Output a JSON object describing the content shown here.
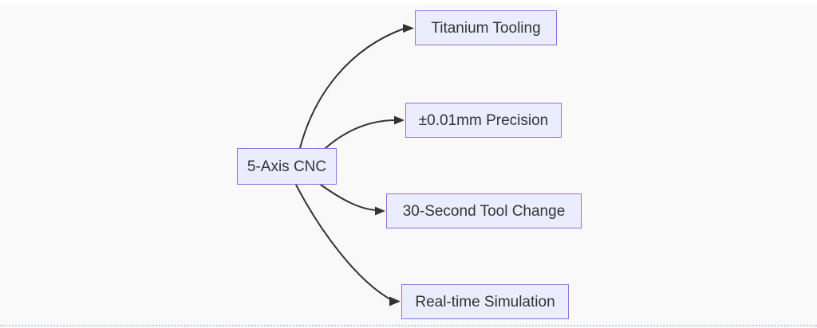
{
  "diagram": {
    "type": "flowchart",
    "direction": "LR",
    "root": {
      "label": "5-Axis CNC"
    },
    "children": [
      {
        "label": "Titanium Tooling"
      },
      {
        "label": "±0.01mm Precision"
      },
      {
        "label": "30-Second Tool Change"
      },
      {
        "label": "Real-time Simulation"
      }
    ],
    "edges": [
      {
        "from": "5-Axis CNC",
        "to": "Titanium Tooling"
      },
      {
        "from": "5-Axis CNC",
        "to": "±0.01mm Precision"
      },
      {
        "from": "5-Axis CNC",
        "to": "30-Second Tool Change"
      },
      {
        "from": "5-Axis CNC",
        "to": "Real-time Simulation"
      }
    ],
    "colors": {
      "canvas_bg": "#f9f9f9",
      "node_fill": "#ececff",
      "node_border": "#9370db",
      "node_text": "#333333",
      "edge_stroke": "#333333",
      "bottom_dash": "#c9c9e8"
    }
  }
}
